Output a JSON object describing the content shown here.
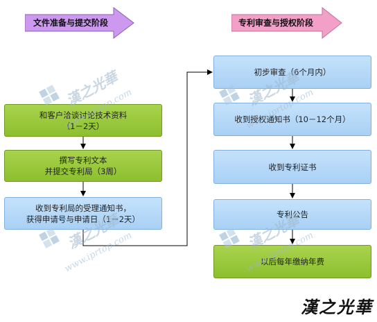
{
  "left_phase": {
    "title": "文件准备与提交阶段",
    "steps": [
      {
        "lines": [
          "和客户洽谈讨论技术资料",
          "（1－2天）"
        ],
        "color": "green"
      },
      {
        "lines": [
          "撰写专利文本",
          "并提交专利局（3周）"
        ],
        "color": "green"
      },
      {
        "lines": [
          "收到专利局的受理通知书，",
          "获得申请号与申请日（1－2天）"
        ],
        "color": "blue"
      }
    ]
  },
  "right_phase": {
    "title": "专利审查与授权阶段",
    "steps": [
      {
        "lines": [
          "初步审查（6个月内）"
        ],
        "color": "blue"
      },
      {
        "lines": [
          "收到授权通知书（10－12个月）"
        ],
        "color": "blue"
      },
      {
        "lines": [
          "收到专利证书"
        ],
        "color": "blue"
      },
      {
        "lines": [
          "专利公告"
        ],
        "color": "blue"
      },
      {
        "lines": [
          "以后每年缴纳年费"
        ],
        "color": "green"
      }
    ]
  },
  "watermark": {
    "logo_text": "漢之光華",
    "url_text": "www.iprtop.com"
  },
  "brand": {
    "text": "漢之光華"
  },
  "colors": {
    "banner_fill": "#cc99ee",
    "banner_stroke": "#8a5fb0",
    "green_box": "#98c83a",
    "blue_box": "#b6d8f8",
    "connector": "#000000"
  }
}
